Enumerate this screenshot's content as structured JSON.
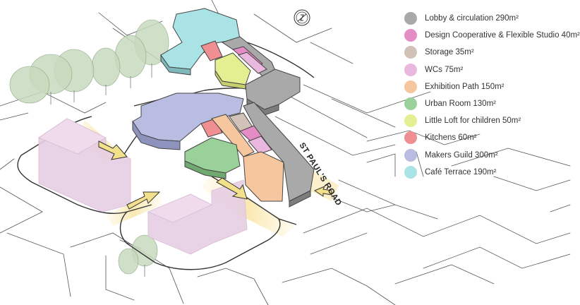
{
  "road_label": "ST PAUL'S ROAD",
  "north_symbol": "N",
  "legend": [
    {
      "label": "Lobby & circulation 290m²",
      "color": "#a9a9a9"
    },
    {
      "label": "Design Cooperative & Flexible Studio 40m²",
      "color": "#e68cc4"
    },
    {
      "label": "Storage 35m²",
      "color": "#d1c1b6"
    },
    {
      "label": "WCs 75m²",
      "color": "#eab8de"
    },
    {
      "label": "Exhibition Path 150m²",
      "color": "#f6c79f"
    },
    {
      "label": "Urban Room 130m²",
      "color": "#9ad19a"
    },
    {
      "label": "Little Loft for children 50m²",
      "color": "#e4ef92"
    },
    {
      "label": "Kitchens 60m²",
      "color": "#f08f92"
    },
    {
      "label": "Makers Guild 300m²",
      "color": "#b8bde1"
    },
    {
      "label": "Café Terrace 190m²",
      "color": "#a9e3e6"
    }
  ]
}
